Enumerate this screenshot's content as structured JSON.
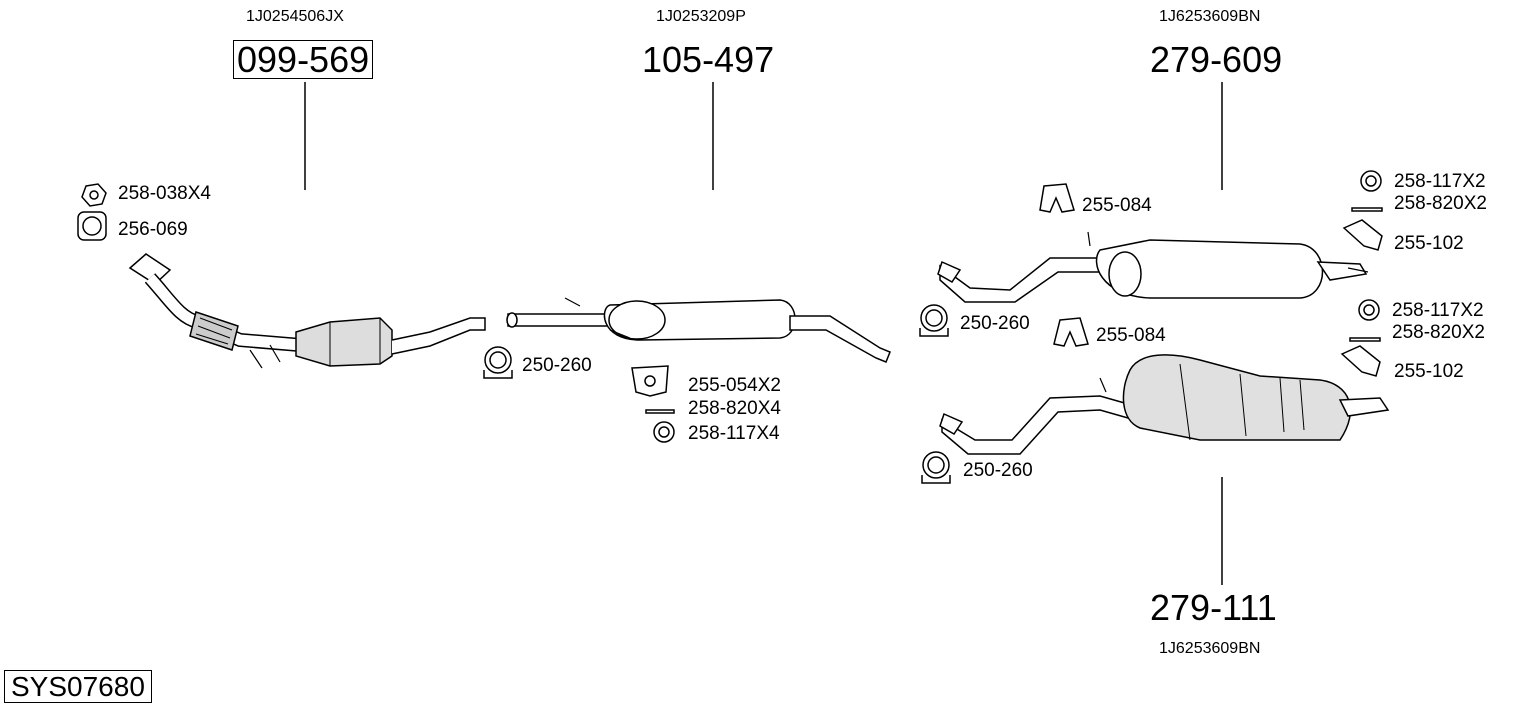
{
  "system_id": "SYS07680",
  "parts": {
    "cat": {
      "oe": "1J0254506JX",
      "number": "099-569"
    },
    "mid": {
      "oe": "1J0253209P",
      "number": "105-497"
    },
    "rear_top": {
      "oe": "1J6253609BN",
      "number": "279-609"
    },
    "rear_bottom": {
      "oe": "1J6253609BN",
      "number": "279-111"
    }
  },
  "fittings": {
    "nut": "258-038X4",
    "gasket": "256-069",
    "clamp_left": "250-260",
    "mount_mid": "255-054X2",
    "bolt_mid": "258-820X4",
    "ring_mid": "258-117X4",
    "hanger_top": "255-084",
    "ring_tr": "258-117X2",
    "bolt_tr": "258-820X2",
    "bracket_tr": "255-102",
    "clamp_top": "250-260",
    "hanger_mid": "255-084",
    "ring_mr": "258-117X2",
    "bolt_mr": "258-820X2",
    "bracket_mr": "255-102",
    "clamp_bottom": "250-260"
  },
  "colors": {
    "line": "#000000",
    "fill": "#ffffff",
    "shade": "#d8d8d8"
  }
}
